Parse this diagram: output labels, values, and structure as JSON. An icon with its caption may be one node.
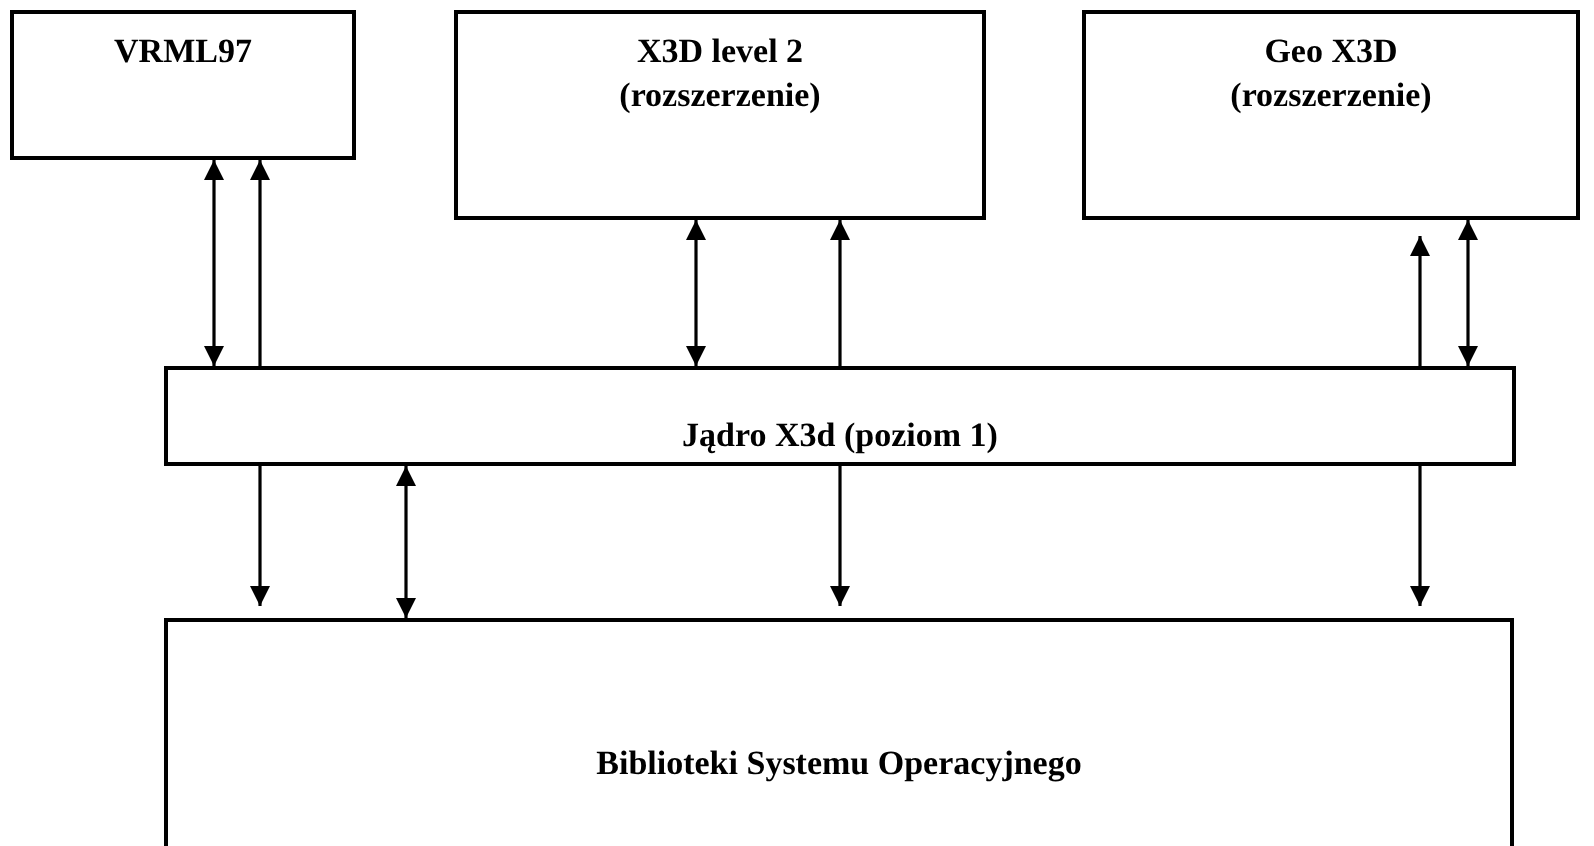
{
  "diagram": {
    "nodes": [
      {
        "text": [
          "VRML97"
        ]
      },
      {
        "text": [
          "X3D level 2 (rozszerzenie)"
        ]
      },
      {
        "text": [
          "Geo X3D (rozszerzenie)"
        ]
      },
      {
        "text": [
          "Jądro X3d (poziom 1)"
        ]
      },
      {
        "text": [
          "Biblioteki Systemu Operacyjnego"
        ]
      }
    ],
    "edges": [
      {
        "from": 3,
        "to": 0,
        "arrow": "both"
      },
      {
        "from": 3,
        "to": 0,
        "arrow": "to"
      },
      {
        "from": 3,
        "to": 1,
        "arrow": "both"
      },
      {
        "from": 3,
        "to": 1,
        "arrow": "to"
      },
      {
        "from": 3,
        "to": 2,
        "arrow": "to"
      },
      {
        "from": 3,
        "to": 2,
        "arrow": "both"
      },
      {
        "from": 3,
        "to": 4,
        "arrow": "to"
      },
      {
        "from": 3,
        "to": 4,
        "arrow": "both"
      },
      {
        "from": 3,
        "to": 4,
        "arrow": "to"
      },
      {
        "from": 3,
        "to": 4,
        "arrow": "to"
      }
    ]
  }
}
